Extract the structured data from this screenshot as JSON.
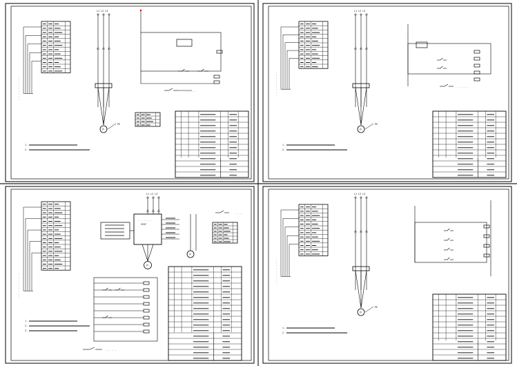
{
  "sheets": [
    {
      "id": "sheet-1",
      "component_table": {
        "rows": 12,
        "cols": 4
      },
      "notes": [
        "1",
        "2"
      ],
      "title_block": {
        "label_rows": 9
      },
      "motor_symbol": "M",
      "sub_table": {
        "rows": 4,
        "cols": 4
      }
    },
    {
      "id": "sheet-2",
      "component_table": {
        "rows": 11,
        "cols": 4
      },
      "notes": [
        "1",
        "2"
      ],
      "title_block": {
        "label_rows": 9
      },
      "motor_symbol": "M"
    },
    {
      "id": "sheet-3",
      "component_table": {
        "rows": 16,
        "cols": 4
      },
      "notes": [
        "1",
        "2",
        "3"
      ],
      "title_block": {
        "label_rows": 14
      },
      "vfd_label": "VVVF",
      "motor_symbol": "M",
      "sub_table": {
        "rows": 6,
        "cols": 4
      }
    },
    {
      "id": "sheet-4",
      "component_table": {
        "rows": 12,
        "cols": 4
      },
      "notes": [
        "1",
        "2"
      ],
      "title_block": {
        "label_rows": 9
      },
      "motor_symbol": "M"
    }
  ],
  "colors": {
    "line": "#000000",
    "background": "#ffffff",
    "accent_red": "#cc0000"
  }
}
